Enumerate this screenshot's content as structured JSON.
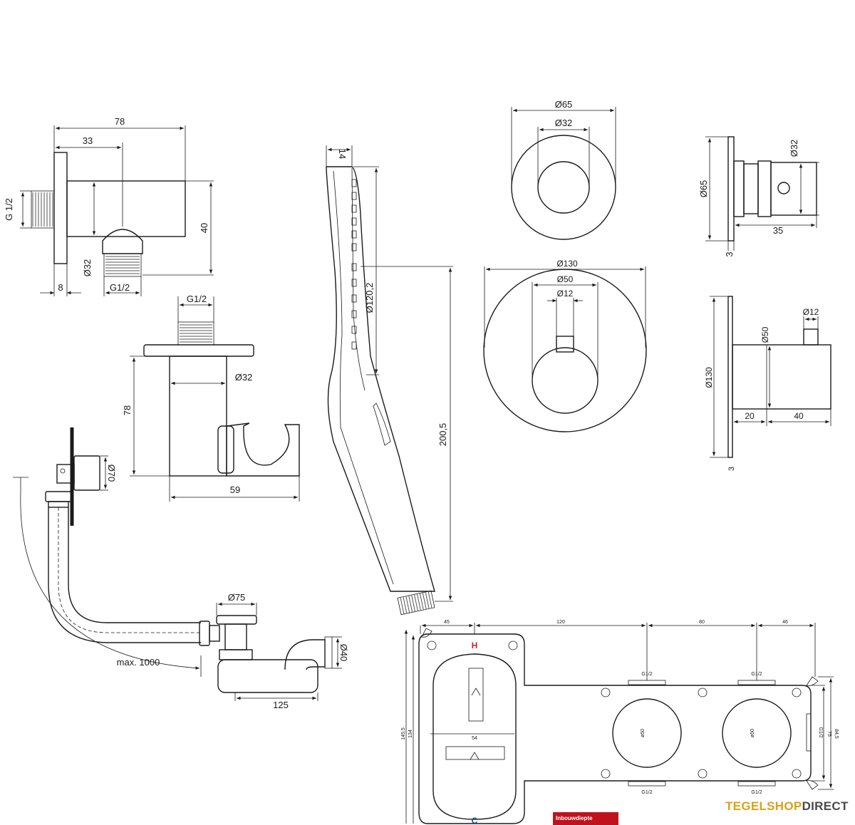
{
  "wall_connector": {
    "w": "78",
    "off": "33",
    "h": "40",
    "thread_in": "G 1/2",
    "dia": "Ø32",
    "flange": "8",
    "thread_out": "G1/2"
  },
  "holder": {
    "thread": "G1/2",
    "dia": "Ø32",
    "h": "78",
    "w": "59"
  },
  "hand_shower": {
    "tip": "14",
    "head_dia": "Ø120,2",
    "length": "200,5"
  },
  "rosette_small": {
    "outer": "Ø65",
    "inner": "Ø32"
  },
  "rosette_small_side": {
    "outer": "Ø65",
    "knob": "Ø32",
    "depth": "35",
    "plate": "3"
  },
  "rosette_large": {
    "outer": "Ø130",
    "mid": "Ø50",
    "pin": "Ø12"
  },
  "rosette_large_side": {
    "outer": "Ø130",
    "mid": "Ø50",
    "pin": "Ø12",
    "a": "20",
    "b": "40",
    "plate": "3"
  },
  "drain": {
    "spout": "Ø70",
    "waste": "Ø75",
    "trap": "Ø40",
    "max": "max. 1000",
    "len": "125"
  },
  "box": {
    "top": [
      "45",
      "120",
      "80",
      "46"
    ],
    "h": "H",
    "c": "C",
    "inner_w": "54",
    "g_top_1": "G1/2",
    "g_top_2": "G1/2",
    "g_bot_1": "G1/2",
    "g_bot_2": "G1/2",
    "g_side": "G1/2",
    "d1": "ø50",
    "d2": "ø50",
    "h_outer": "145,5",
    "h_inner": "134",
    "h_right_a": "84,5",
    "h_right_b": "75"
  },
  "badge": "Inbouwdiepte",
  "brand": {
    "a": "TEGELSHOP",
    "b": "DIRECT"
  }
}
